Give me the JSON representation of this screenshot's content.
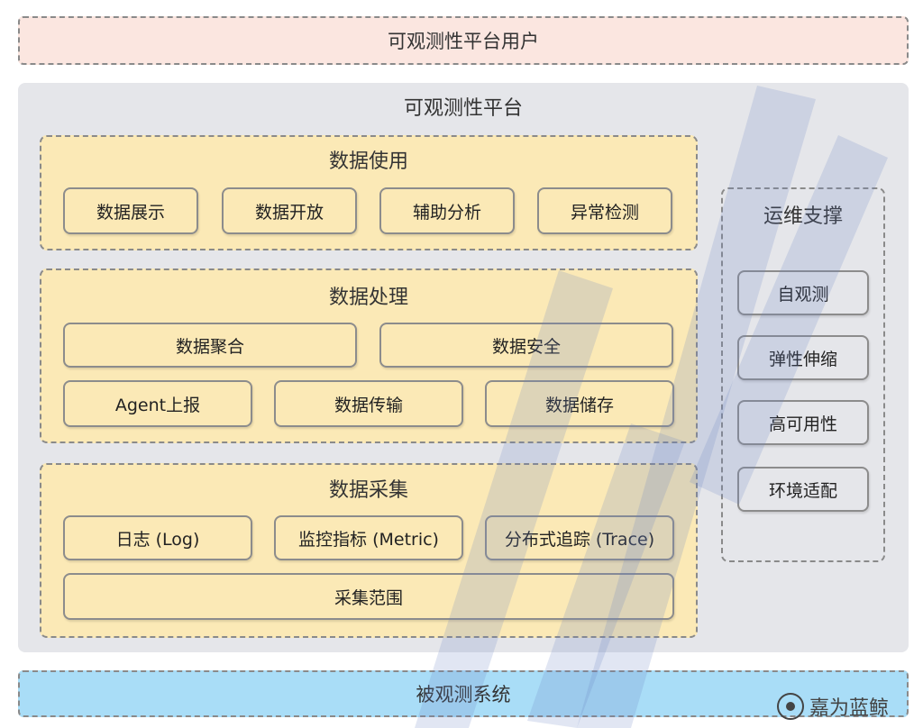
{
  "top_bar": "可观测性平台用户",
  "platform": {
    "title": "可观测性平台",
    "data_usage": {
      "title": "数据使用",
      "items": [
        "数据展示",
        "数据开放",
        "辅助分析",
        "异常检测"
      ]
    },
    "data_processing": {
      "title": "数据处理",
      "row1": [
        "数据聚合",
        "数据安全"
      ],
      "row2": [
        "Agent上报",
        "数据传输",
        "数据储存"
      ]
    },
    "data_collection": {
      "title": "数据采集",
      "row1": [
        "日志 (Log)",
        "监控指标 (Metric)",
        "分布式追踪 (Trace)"
      ],
      "scope": "采集范围"
    },
    "ops_support": {
      "title": "运维支撑",
      "items": [
        "自观测",
        "弹性伸缩",
        "高可用性",
        "环境适配"
      ]
    }
  },
  "bottom_bar": "被观测系统",
  "credit": "嘉为蓝鲸",
  "colors": {
    "top_bar": "#fbe6e0",
    "platform_bg": "#e5e6ea",
    "group_bg": "#fbe9b6",
    "bottom_bar": "#a9ddf7"
  }
}
